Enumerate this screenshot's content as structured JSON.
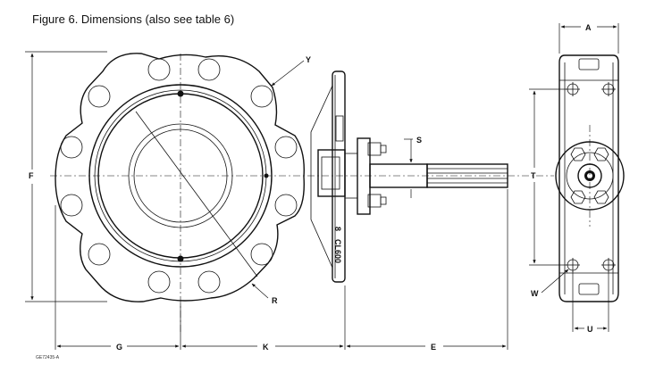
{
  "title": "Figure 6. Dimensions (also see table 6)",
  "drawing_code": "GE72435-A",
  "dimension_labels": {
    "A": "A",
    "F": "F",
    "G": "G",
    "K": "K",
    "E": "E",
    "T": "T",
    "U": "U",
    "W": "W",
    "Y": "Y",
    "S": "S",
    "R": "R"
  },
  "body_markings": {
    "size": "8",
    "pressure_class": "CL600"
  }
}
